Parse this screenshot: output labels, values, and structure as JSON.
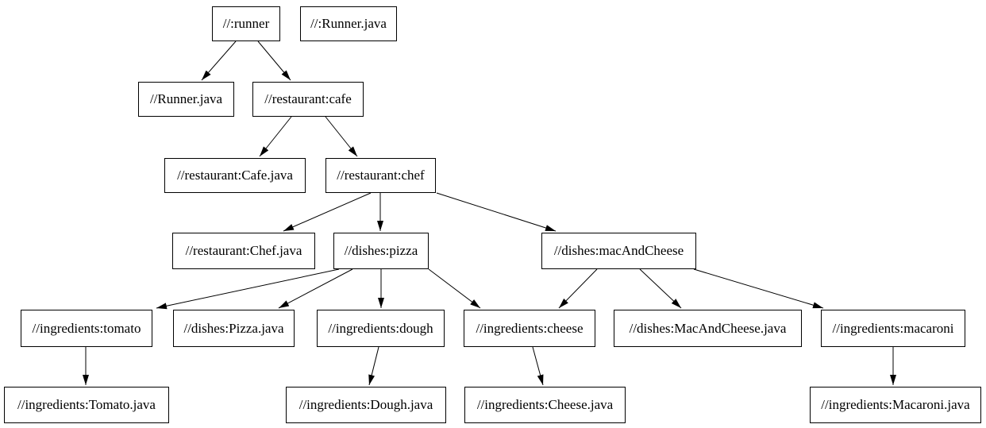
{
  "diagram": {
    "kind": "build-dependency-graph",
    "background_color": "#ffffff",
    "node_border_color": "#000000",
    "node_fill_color": "#ffffff",
    "text_color": "#000000",
    "edge_color": "#000000",
    "nodes": [
      {
        "id": "runner",
        "label": "//:runner"
      },
      {
        "id": "runner-java-root",
        "label": "//:Runner.java"
      },
      {
        "id": "runner-java",
        "label": "//Runner.java"
      },
      {
        "id": "cafe",
        "label": "//restaurant:cafe"
      },
      {
        "id": "cafe-java",
        "label": "//restaurant:Cafe.java"
      },
      {
        "id": "chef",
        "label": "//restaurant:chef"
      },
      {
        "id": "chef-java",
        "label": "//restaurant:Chef.java"
      },
      {
        "id": "pizza",
        "label": "//dishes:pizza"
      },
      {
        "id": "mac-and-cheese",
        "label": "//dishes:macAndCheese"
      },
      {
        "id": "tomato",
        "label": "//ingredients:tomato"
      },
      {
        "id": "pizza-java",
        "label": "//dishes:Pizza.java"
      },
      {
        "id": "dough",
        "label": "//ingredients:dough"
      },
      {
        "id": "cheese",
        "label": "//ingredients:cheese"
      },
      {
        "id": "mac-and-cheese-java",
        "label": "//dishes:MacAndCheese.java"
      },
      {
        "id": "macaroni",
        "label": "//ingredients:macaroni"
      },
      {
        "id": "tomato-java",
        "label": "//ingredients:Tomato.java"
      },
      {
        "id": "dough-java",
        "label": "//ingredients:Dough.java"
      },
      {
        "id": "cheese-java",
        "label": "//ingredients:Cheese.java"
      },
      {
        "id": "macaroni-java",
        "label": "//ingredients:Macaroni.java"
      }
    ],
    "edges": [
      {
        "from": "//:runner",
        "to": "//Runner.java"
      },
      {
        "from": "//:runner",
        "to": "//restaurant:cafe"
      },
      {
        "from": "//restaurant:cafe",
        "to": "//restaurant:Cafe.java"
      },
      {
        "from": "//restaurant:cafe",
        "to": "//restaurant:chef"
      },
      {
        "from": "//restaurant:chef",
        "to": "//restaurant:Chef.java"
      },
      {
        "from": "//restaurant:chef",
        "to": "//dishes:pizza"
      },
      {
        "from": "//restaurant:chef",
        "to": "//dishes:macAndCheese"
      },
      {
        "from": "//dishes:pizza",
        "to": "//ingredients:tomato"
      },
      {
        "from": "//dishes:pizza",
        "to": "//dishes:Pizza.java"
      },
      {
        "from": "//dishes:pizza",
        "to": "//ingredients:dough"
      },
      {
        "from": "//dishes:pizza",
        "to": "//ingredients:cheese"
      },
      {
        "from": "//dishes:macAndCheese",
        "to": "//ingredients:cheese"
      },
      {
        "from": "//dishes:macAndCheese",
        "to": "//dishes:MacAndCheese.java"
      },
      {
        "from": "//dishes:macAndCheese",
        "to": "//ingredients:macaroni"
      },
      {
        "from": "//ingredients:tomato",
        "to": "//ingredients:Tomato.java"
      },
      {
        "from": "//ingredients:dough",
        "to": "//ingredients:Dough.java"
      },
      {
        "from": "//ingredients:cheese",
        "to": "//ingredients:Cheese.java"
      },
      {
        "from": "//ingredients:macaroni",
        "to": "//ingredients:Macaroni.java"
      }
    ]
  }
}
